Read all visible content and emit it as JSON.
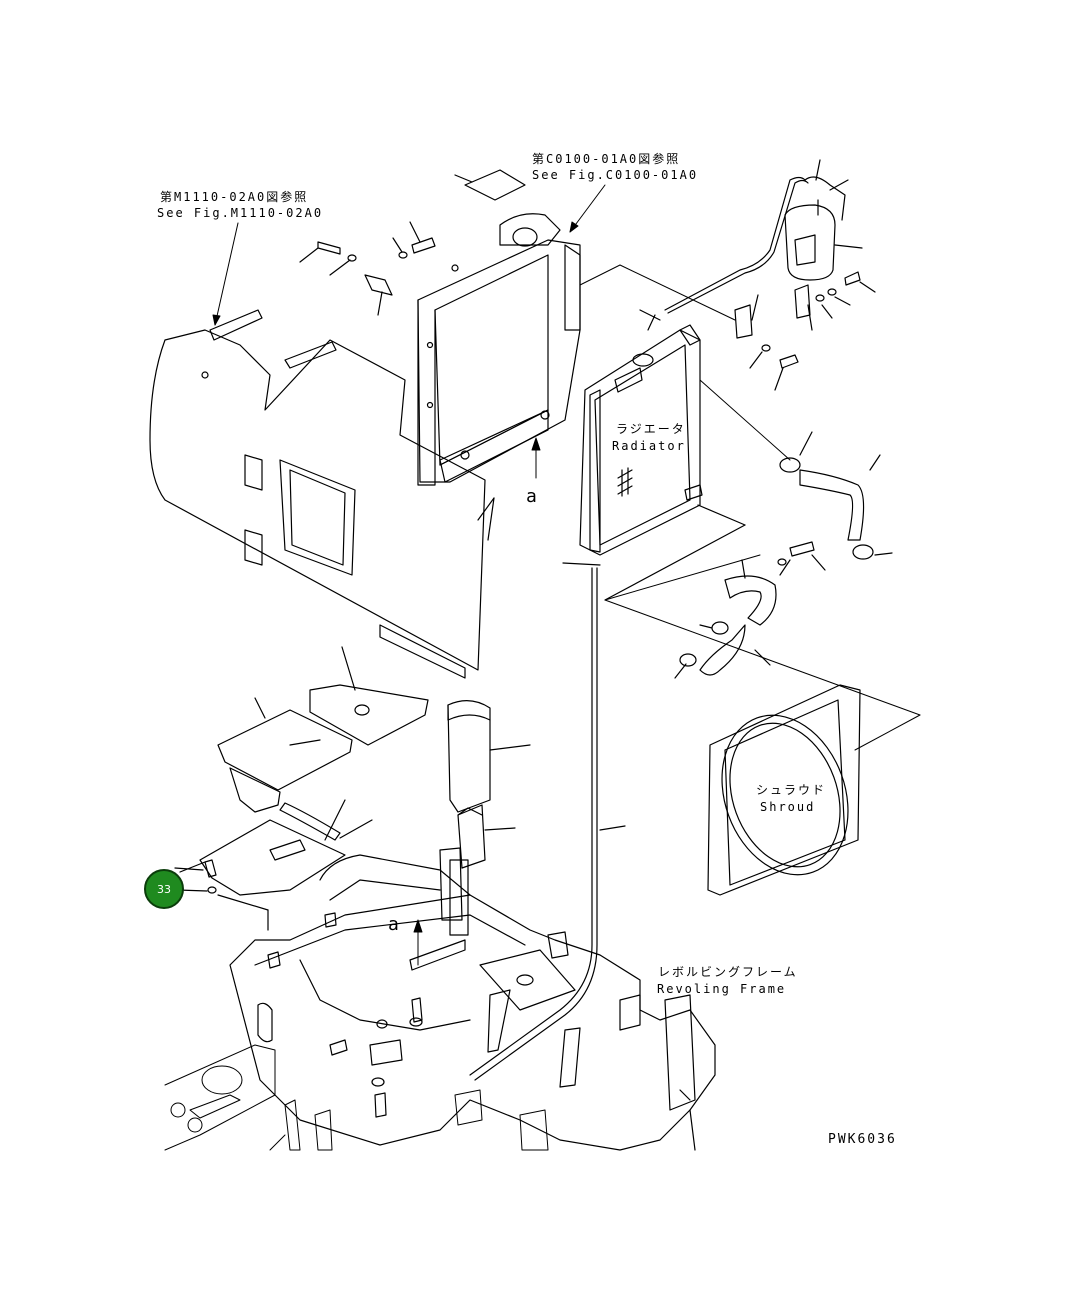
{
  "refs": {
    "fig_c0100_jp": "第C0100-01A0図参照",
    "fig_c0100_en": "See Fig.C0100-01A0",
    "fig_m1110_jp": "第M1110-02A0図参照",
    "fig_m1110_en": "See Fig.M1110-02A0"
  },
  "parts": {
    "radiator_jp": "ラジエータ",
    "radiator_en": "Radiator",
    "shroud_jp": "シュラウド",
    "shroud_en": "Shroud",
    "frame_jp": "レボルビングフレーム",
    "frame_en": "Revoling Frame"
  },
  "view_labels": {
    "upper": "a",
    "lower": "a"
  },
  "callout": {
    "number": "33",
    "color": "#1f8a1f"
  },
  "drawing_code": "PWK6036"
}
